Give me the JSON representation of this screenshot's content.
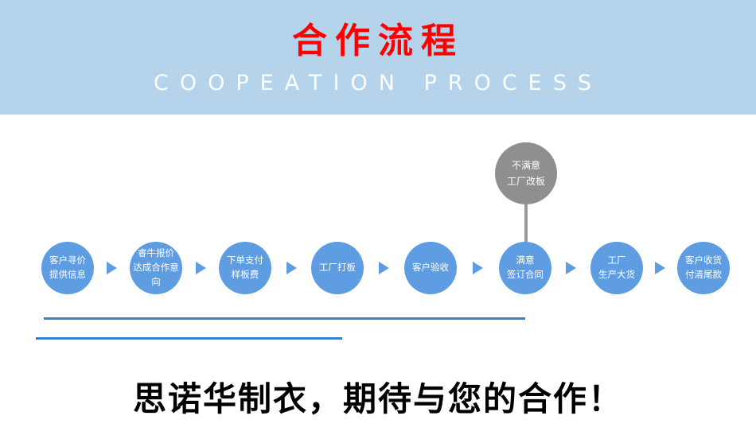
{
  "banner": {
    "title": "合作流程",
    "subtitle": "COOPEATION PROCESS"
  },
  "flow": {
    "steps": [
      {
        "label": "客户寻价\n提供信息"
      },
      {
        "label": "睿牛报价\n达成合作意向"
      },
      {
        "label": "下单支付\n样板费"
      },
      {
        "label": "工厂打板"
      },
      {
        "label": "客户验收"
      },
      {
        "label": "满意\n签订合同"
      },
      {
        "label": "工厂\n生产大货"
      },
      {
        "label": "客户收货\n付清尾款"
      }
    ],
    "reject": {
      "label": "不满意\n工厂改板"
    }
  },
  "footer": {
    "slogan": "思诺华制衣，期待与您的合作！"
  },
  "colors": {
    "banner_bg": "#b5d3ea",
    "title_red": "#ff0000",
    "circle_blue": "#5e9de2",
    "circle_gray": "#8f8f8f",
    "line_blue": "#3c80c8"
  }
}
